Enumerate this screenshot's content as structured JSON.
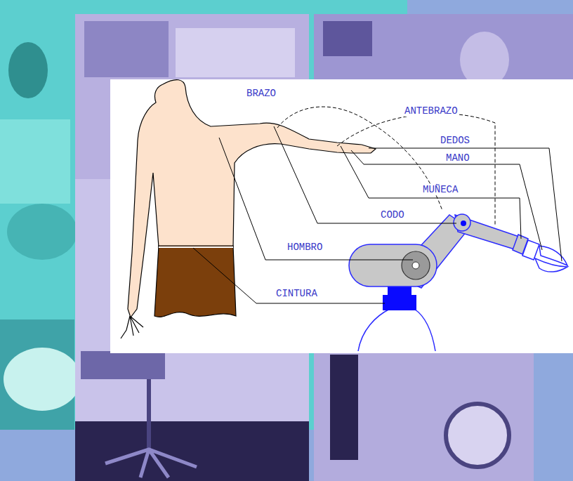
{
  "diagram": {
    "labels": [
      "BRAZO",
      "ANTEBRAZO",
      "DEDOS",
      "MANO",
      "MUÑECA",
      "CODO",
      "HOMBRO",
      "CINTURA"
    ]
  }
}
